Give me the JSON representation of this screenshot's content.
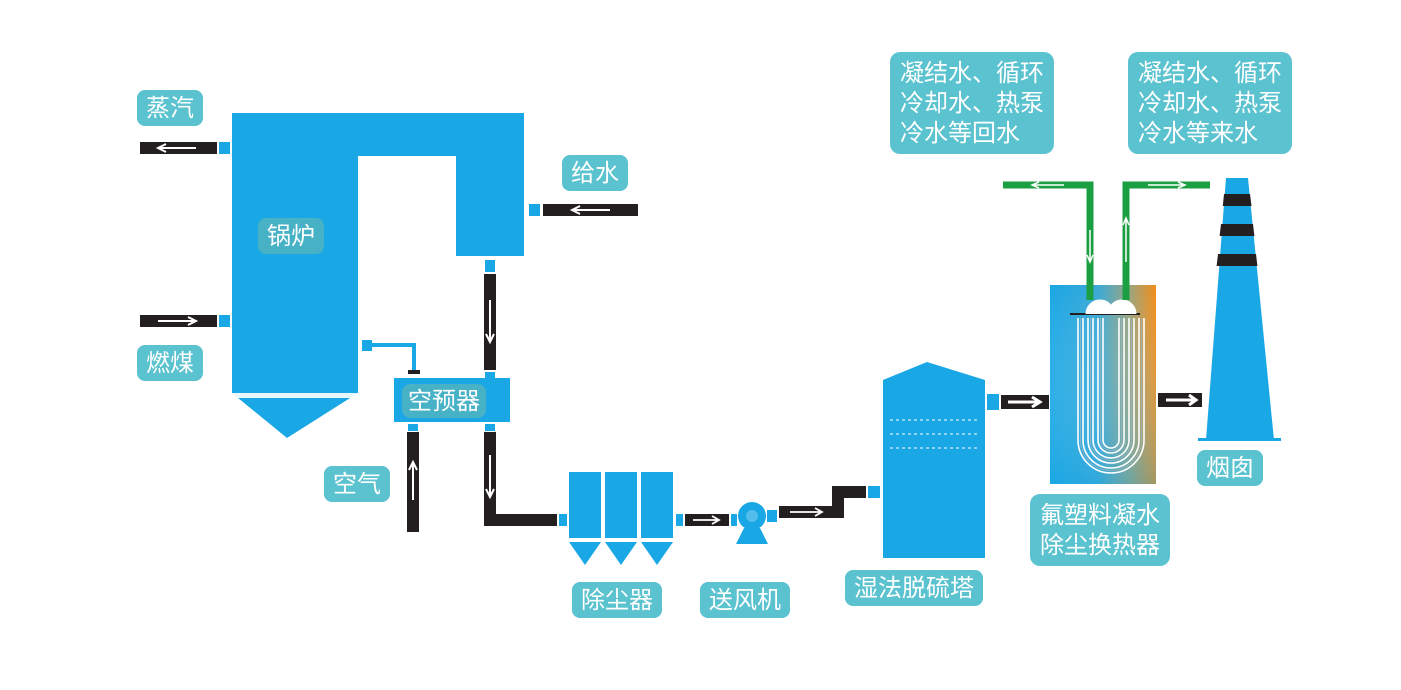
{
  "colors": {
    "equipment": "#1aa7e5",
    "label_bg": "#5bc2cf",
    "pipe": "#231f20",
    "water_pipe": "#1c9f43",
    "heat_exchanger_hot": "#f08d19",
    "chimney_band": "#231f20"
  },
  "labels": {
    "steam": "蒸汽",
    "coal": "燃煤",
    "boiler": "锅炉",
    "feedwater": "给水",
    "air_preheater": "空预器",
    "air": "空气",
    "dust_collector": "除尘器",
    "fan": "送风机",
    "desulfurization_tower": "湿法脱硫塔",
    "heat_exchanger": "氟塑料凝水\n除尘换热器",
    "chimney": "烟囱",
    "water_return": "凝结水、循环\n冷却水、热泵\n冷水等回水",
    "water_supply": "凝结水、循环\n冷却水、热泵\n冷水等来水"
  },
  "icons": {
    "arrow": "arrow-icon",
    "fan": "fan-icon"
  }
}
